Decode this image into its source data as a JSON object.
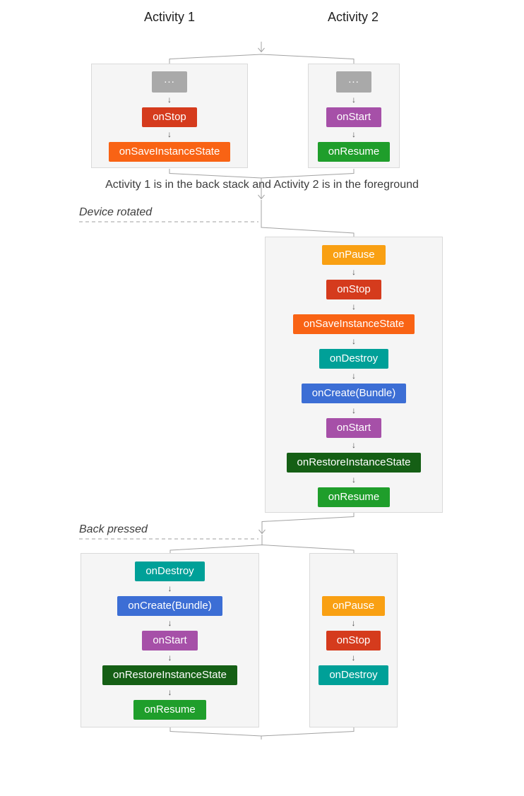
{
  "headers": {
    "activity1": "Activity 1",
    "activity2": "Activity 2"
  },
  "caption": "Activity 1 is in the back stack and Activity 2 is in the foreground",
  "event_labels": {
    "device_rotated": "Device rotated",
    "back_pressed": "Back pressed"
  },
  "glyphs": {
    "down_arrow": "↓"
  },
  "palette": {
    "ellipsis": "#a9a9a9",
    "onPause": "#f9a013",
    "onStop": "#d53b1d",
    "onSaveInstanceState": "#f96314",
    "onDestroy": "#00a098",
    "onCreate": "#3c6ed5",
    "onStart": "#a650a8",
    "onRestoreInstanceState": "#155f15",
    "onResume": "#1f9e2b",
    "box_bg": "#f5f5f5",
    "box_border": "#dadada",
    "connector": "#a3a3a3"
  },
  "sections": [
    {
      "name": "initial",
      "activity1": {
        "chips": [
          {
            "label": "...",
            "color": "ellipsis"
          },
          {
            "label": "onStop",
            "color": "onStop"
          },
          {
            "label": "onSaveInstanceState",
            "color": "onSaveInstanceState"
          }
        ]
      },
      "activity2": {
        "chips": [
          {
            "label": "...",
            "color": "ellipsis"
          },
          {
            "label": "onStart",
            "color": "onStart"
          },
          {
            "label": "onResume",
            "color": "onResume"
          }
        ]
      }
    },
    {
      "name": "after_device_rotated",
      "activity2": {
        "chips": [
          {
            "label": "onPause",
            "color": "onPause"
          },
          {
            "label": "onStop",
            "color": "onStop"
          },
          {
            "label": "onSaveInstanceState",
            "color": "onSaveInstanceState"
          },
          {
            "label": "onDestroy",
            "color": "onDestroy"
          },
          {
            "label": "onCreate(Bundle)",
            "color": "onCreate"
          },
          {
            "label": "onStart",
            "color": "onStart"
          },
          {
            "label": "onRestoreInstanceState",
            "color": "onRestoreInstanceState"
          },
          {
            "label": "onResume",
            "color": "onResume"
          }
        ]
      }
    },
    {
      "name": "after_back_pressed",
      "activity1": {
        "chips": [
          {
            "label": "onDestroy",
            "color": "onDestroy"
          },
          {
            "label": "onCreate(Bundle)",
            "color": "onCreate"
          },
          {
            "label": "onStart",
            "color": "onStart"
          },
          {
            "label": "onRestoreInstanceState",
            "color": "onRestoreInstanceState"
          },
          {
            "label": "onResume",
            "color": "onResume"
          }
        ]
      },
      "activity2": {
        "chips": [
          {
            "label": "onPause",
            "color": "onPause"
          },
          {
            "label": "onStop",
            "color": "onStop"
          },
          {
            "label": "onDestroy",
            "color": "onDestroy"
          }
        ]
      }
    }
  ]
}
